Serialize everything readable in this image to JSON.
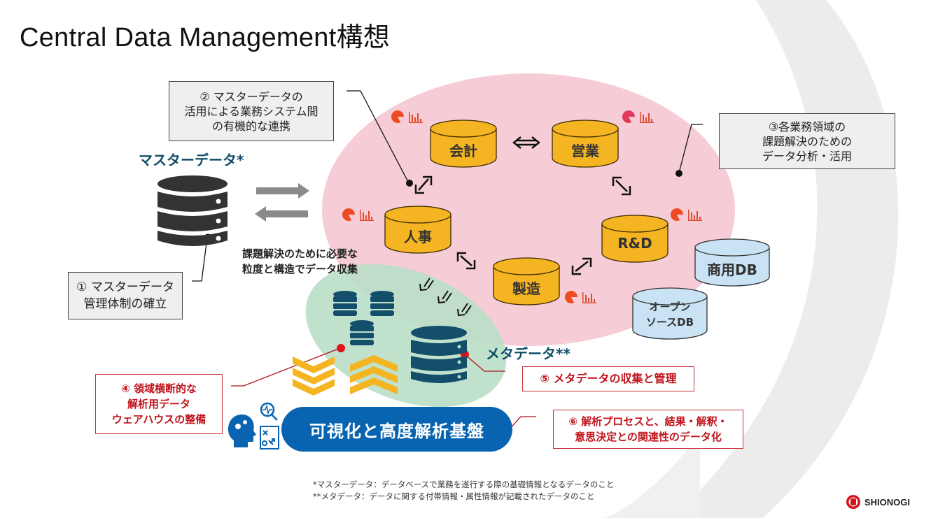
{
  "slide": {
    "title": "Central Data Management構想",
    "colors": {
      "accent_red": "#c0141c",
      "cylinder_orange": "#f5b422",
      "cylinder_blue": "#c9e3f4",
      "teal": "#0f4d68",
      "pink_zone": "#f6cdd6",
      "green_zone": "#b9dfc8",
      "pill_blue": "#0864b0"
    }
  },
  "labels": {
    "master_data": "マスターデータ*",
    "meta_data": "メタデータ**",
    "collection_note": [
      "課題解決のために必要な",
      "粒度と構造でデータ収集"
    ]
  },
  "callouts": {
    "c1": [
      "① マスターデータ",
      "管理体制の確立"
    ],
    "c2": [
      "② マスターデータの",
      "活用による業務システム間",
      "の有機的な連携"
    ],
    "c3": [
      "③各業務領域の",
      "課題解決のための",
      "データ分析・活用"
    ],
    "c4": [
      "④ 領域横断的な",
      "解析用データ",
      "ウェアハウスの整備"
    ],
    "c5": [
      "⑤ メタデータの収集と管理"
    ],
    "c6": [
      "⑥ 解析プロセスと、結果・解釈・",
      "意思決定との関連性のデータ化"
    ]
  },
  "domains": [
    {
      "label": "会計",
      "icons": [
        "pie-chart-icon",
        "bar-chart-icon"
      ]
    },
    {
      "label": "営業",
      "icons": [
        "pie-chart-icon",
        "bar-chart-icon"
      ]
    },
    {
      "label": "人事",
      "icons": [
        "pie-chart-icon",
        "bar-chart-icon"
      ]
    },
    {
      "label": "R&D",
      "icons": [
        "pie-chart-icon",
        "bar-chart-icon"
      ]
    },
    {
      "label": "製造",
      "icons": [
        "pie-chart-icon",
        "bar-chart-icon"
      ]
    }
  ],
  "external_dbs": [
    {
      "label": [
        "商用DB"
      ]
    },
    {
      "label": [
        "オープン",
        "ソースDB"
      ]
    }
  ],
  "platform": {
    "label": "可視化と高度解析基盤",
    "icons": [
      "head-gears-icon",
      "magnifier-pulse-icon",
      "strategy-board-icon"
    ]
  },
  "footnotes": [
    "*マスターデータ：データベースで業務を遂行する際の基礎情報となるデータのこと",
    "**メタデータ：データに関する付帯情報・属性情報が記載されたデータのこと"
  ],
  "logo": {
    "text": "SHIONOGI"
  }
}
